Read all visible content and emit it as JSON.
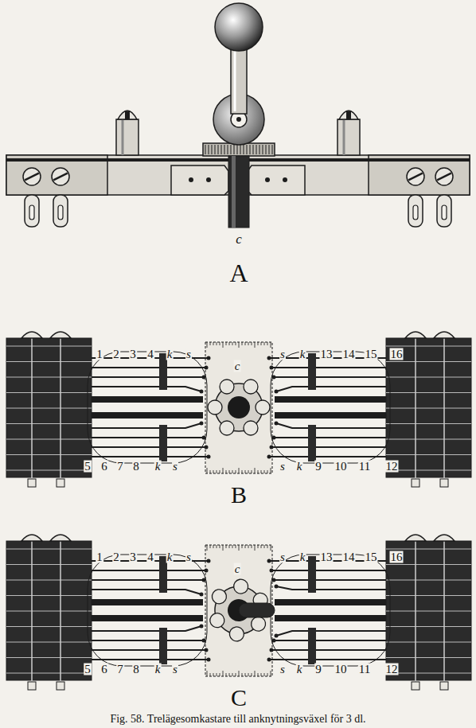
{
  "diagram": {
    "caption": "Fig. 58. Trelägesomkastare till anknytningsväxel för 3 dl.",
    "labels": [
      "c",
      "A",
      "1",
      "2",
      "3",
      "4",
      "k",
      "s",
      "s",
      "k",
      "13",
      "14",
      "15",
      "16",
      "c",
      "5",
      "6",
      "7",
      "8",
      "k",
      "s",
      "s",
      "k",
      "9",
      "10",
      "11",
      "12",
      "B",
      "1",
      "2",
      "3",
      "4",
      "k",
      "s",
      "s",
      "k",
      "13",
      "14",
      "15",
      "16",
      "c",
      "5",
      "6",
      "7",
      "8",
      "k",
      "s",
      "s",
      "k",
      "9",
      "10",
      "11",
      "12",
      "C"
    ]
  }
}
